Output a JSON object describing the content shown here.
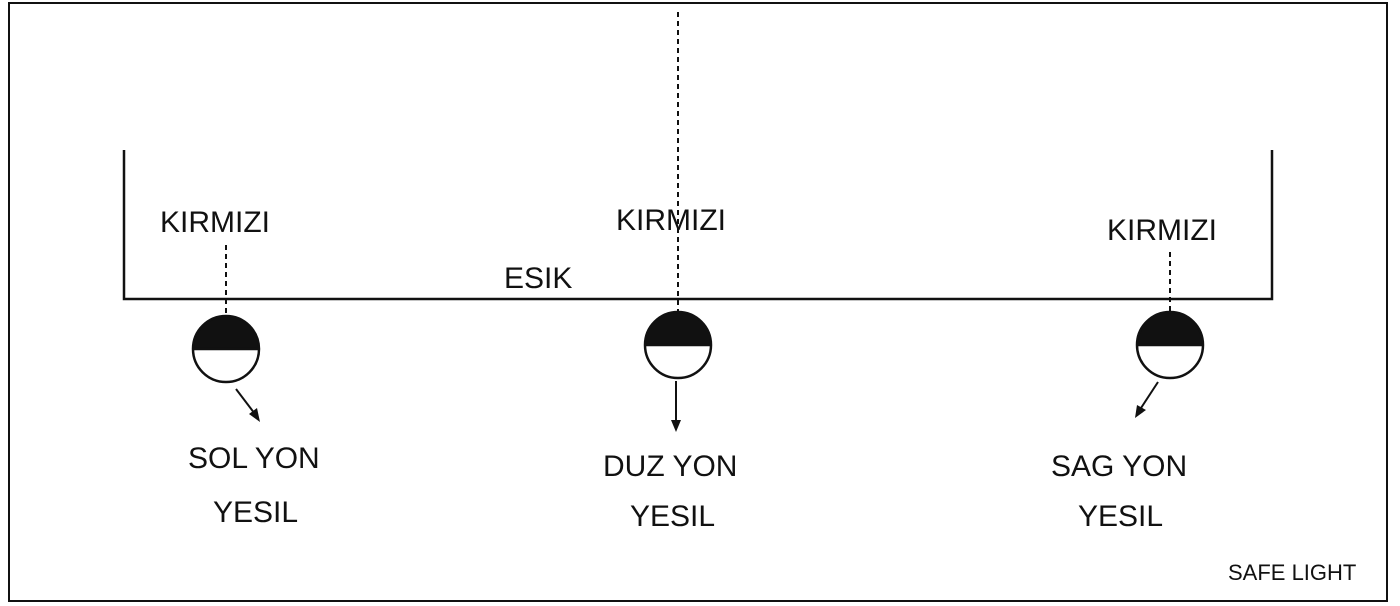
{
  "threshold_label": "ESIK",
  "footer_label": "SAFE LIGHT",
  "lights": [
    {
      "top_label": "KIRMIZI",
      "direction_label": "SOL YON",
      "color_label": "YESIL"
    },
    {
      "top_label": "KIRMIZI",
      "direction_label": "DUZ YON",
      "color_label": "YESIL"
    },
    {
      "top_label": "KIRMIZI",
      "direction_label": "SAG YON",
      "color_label": "YESIL"
    }
  ]
}
